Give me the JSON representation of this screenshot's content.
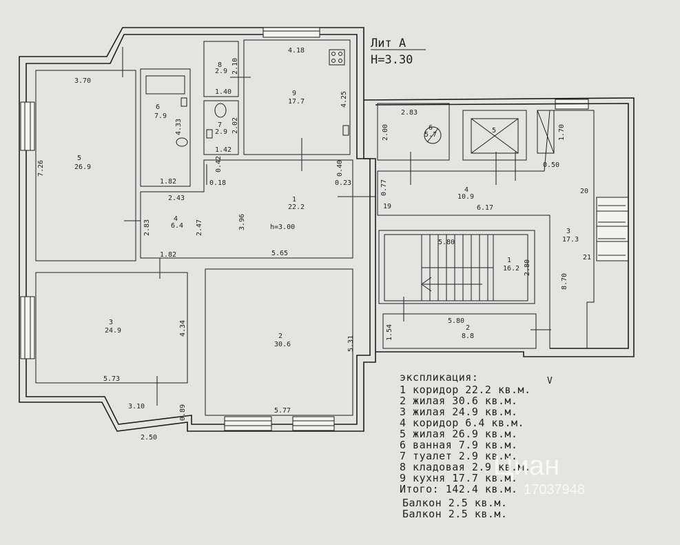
{
  "title": {
    "lit": "Лит А",
    "height": "Н=3.30"
  },
  "rooms": {
    "r1": {
      "num": "1",
      "area": "22.2",
      "h": "h=3.00"
    },
    "r2": {
      "num": "2",
      "area": "30.6"
    },
    "r3": {
      "num": "3",
      "area": "24.9"
    },
    "r4": {
      "num": "4",
      "area": "6.4"
    },
    "r5": {
      "num": "5",
      "area": "26.9"
    },
    "r6": {
      "num": "6",
      "area": "7.9"
    },
    "r7": {
      "num": "7",
      "area": "2.9"
    },
    "r8": {
      "num": "8",
      "area": "2.9"
    },
    "r9": {
      "num": "9",
      "area": "17.7"
    }
  },
  "common_rooms": {
    "c1": {
      "num": "1",
      "area": "16.2"
    },
    "c2": {
      "num": "2",
      "area": "8.8"
    },
    "c3": {
      "num": "3",
      "area": "17.3"
    },
    "c4": {
      "num": "4",
      "area": "10.9"
    },
    "c5": {
      "num": "5"
    },
    "c6": {
      "num": "6",
      "area": "5.7"
    }
  },
  "dimensions": {
    "d_370": "3.70",
    "d_726": "7.26",
    "d_433": "4.33",
    "d_418": "4.18",
    "d_425": "4.25",
    "d_210": "2.10",
    "d_140": "1.40",
    "d_202": "2.02",
    "d_142": "1.42",
    "d_042": "0.42",
    "d_018": "0.18",
    "d_040": "0.40",
    "d_023": "0.23",
    "d_182a": "1.82",
    "d_243": "2.43",
    "d_283": "2.83",
    "d_247": "2.47",
    "d_396": "3.96",
    "d_182b": "1.82",
    "d_565": "5.65",
    "d_434": "4.34",
    "d_573": "5.73",
    "d_310": "3.10",
    "d_089": "0.89",
    "d_250": "2.50",
    "d_531": "5.31",
    "d_577": "5.77",
    "d_283b": "2.83",
    "d_200": "2.00",
    "d_170": "1.70",
    "d_050": "0.50",
    "d_617": "6.17",
    "d_077": "0.77",
    "d_580a": "5.80",
    "d_280": "2.80",
    "d_870": "8.70",
    "d_580b": "5.80",
    "d_154": "1.54",
    "n19": "19",
    "n20": "20",
    "n21": "21"
  },
  "explication": {
    "heading": "экспликация:",
    "items": [
      "1 коридор 22.2 кв.м.",
      "2 жилая 30.6 кв.м.",
      "3 жилая 24.9 кв.м.",
      "4 коридор 6.4 кв.м.",
      "5 жилая 26.9 кв.м.",
      "6 ванная 7.9 кв.м.",
      "7 туалет 2.9 кв.м.",
      "8 кладовая 2.9 кв.м.",
      "9 кухня 17.7 кв.м."
    ],
    "total": "Итого: 142.4 кв.м.",
    "balcony1": "Балкон 2.5 кв.м.",
    "balcony2": "Балкон 2.5 кв.м.",
    "check_mark": "V"
  },
  "watermark": {
    "brand": "Циан",
    "id": "17037948"
  }
}
